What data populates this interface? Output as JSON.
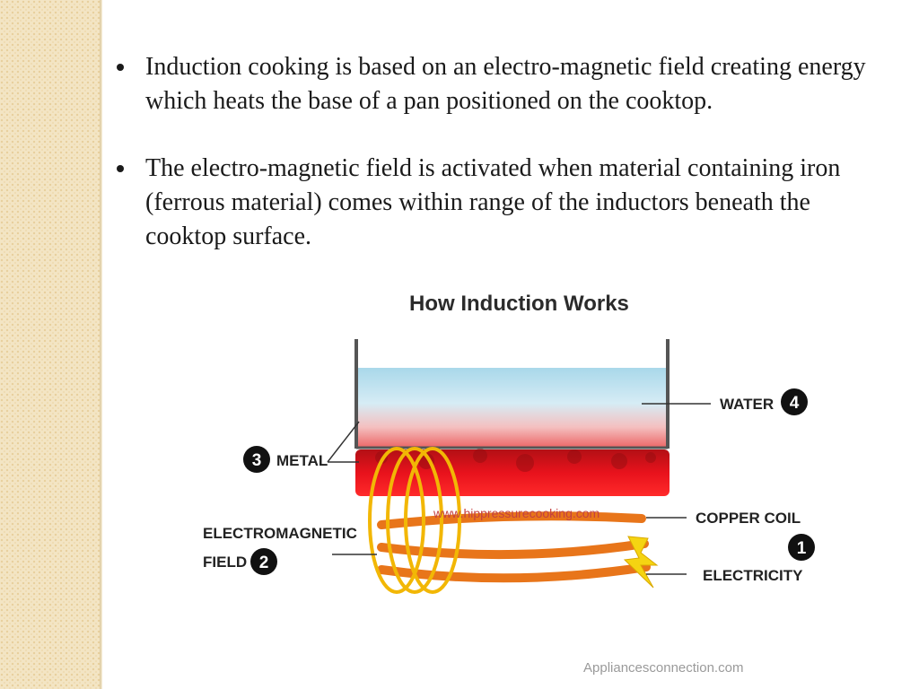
{
  "bullets": [
    "Induction cooking is based on an electro-magnetic field creating energy which heats the base of a pan positioned on the cooktop.",
    "The electro-magnetic field is activated when material containing iron (ferrous material) comes within range of the inductors beneath the cooktop surface."
  ],
  "diagram": {
    "title": "How Induction Works",
    "watermark": "www.hippressurecooking.com",
    "labels": {
      "water": "WATER",
      "water_num": "4",
      "metal": "METAL",
      "metal_num": "3",
      "field_line1": "ELECTROMAGNETIC",
      "field_line2": "FIELD",
      "field_num": "2",
      "copper": "COPPER COIL",
      "electricity": "ELECTRICITY",
      "copper_num": "1"
    }
  },
  "credit": "Appliancesconnection.com",
  "colors": {
    "coil": "#e8751a",
    "field": "#f2b705",
    "heat": "#e8121c",
    "water": "#a9d8ea"
  }
}
